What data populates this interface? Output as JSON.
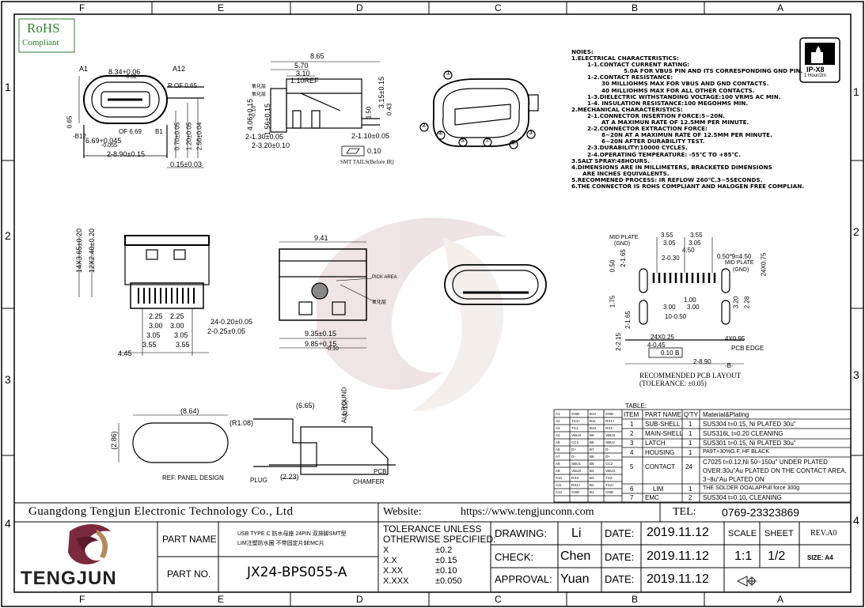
{
  "border": {
    "cols_top": [
      "F",
      "E",
      "D",
      "C",
      "B",
      "A"
    ],
    "rows": [
      "1",
      "2",
      "3",
      "4"
    ]
  },
  "rohs": {
    "line1": "RoHS",
    "line2": "Compliant"
  },
  "ip_badge": {
    "rating": "IP-X8",
    "duration": "1 Hour/2m"
  },
  "view_top_left": {
    "labels": [
      "A1",
      "A12",
      "8.34+0.06",
      "-0.02",
      "R OF 0.65",
      "0.65",
      "OF 6.69",
      "6.69+0.045",
      "-0.055",
      "-B12",
      "B1",
      "2-8.90±0.15",
      "0.15±0.03",
      "0.70±0.05",
      "1.20±0.05",
      "2.56±0.04"
    ]
  },
  "view_side": {
    "labels": [
      "8.65",
      "5.70",
      "3.10",
      "1.10REF",
      "3.15±0.15",
      "4.06+0.15",
      "-0.10",
      "1.56±0.15",
      "1.50",
      "0.43",
      "2-1.30±0.05",
      "2-1.10±0.05",
      "2-3.20±0.10",
      "0.10",
      "SMT TAILS(Before IR)"
    ],
    "legend_1": "氧化层",
    "legend_2": "氧化层"
  },
  "view_iso": {
    "balloons": [
      "①",
      "②",
      "③",
      "④",
      "⑤",
      "⑥",
      "⑦"
    ]
  },
  "notes": [
    "NOIES:",
    "1.ELECTRICAL   CHARACTERISTICS:",
    "1-1.CONTACT  CURRENT   RATING:",
    "5.0A FOR VBUS PIN AND ITS CORRESPONDING GND PIN.",
    "1-2.CONTACT   RESISTANCE:",
    "30 MILLIOHMS MAX FOR VBUS AND GND CONTACTS.",
    "40 MILLIOHMS MAX FOR ALL OTHER CONTACTS.",
    "1-3.DIELECTRIC WITHSTANDING VOLTAGE:100 VRMS AC MIN.",
    "1-4. INSULATION RESISTANCE:100 MEGOHMS MIN.",
    "2.MECHANICAL CHARACTERISTICS:",
    "2-1.CONNECTOR INSERTION FORCE:5~20N.",
    "AT A MAXIMUN RATE OF 12.5MM PER MINUTE.",
    "2-2.CONNECTOR EXTRACTION FORCE:",
    "8~20N AT A MAXIMUN RATE OF 12.5MM PER MINUTE.",
    "6~20N AFTER   DURABILITY TEST.",
    "2-3.DURABILITY:10000 CYCLES.",
    "2-4.OPERATING TEMPERATURE:  -55℃  TO  +85℃.",
    "3.SALT SPRAY:48HOURS.",
    "4.DIMENSIONS ARE IN MILLIMETERS, BRACKETED DIMENSIONS",
    "ARE INCHES EQUIVALENTS.",
    "5.RECOMMENED PROCESS: IR REFLOW 260℃.3~5SECONDS.",
    "6.THE CONNECTOR IS ROHS COMPLIANT AND HALOGEN FREE COMPLIAN."
  ],
  "view_front_left": {
    "labels": [
      "14X3.65±0.20",
      "12X2.40±0.20",
      "2.25",
      "2.25",
      "3.00",
      "3.00",
      "3.05",
      "3.05",
      "3.55",
      "3.55",
      "4.45",
      "24-0.20±0.05",
      "2-0.25±0.05"
    ]
  },
  "view_bottom_center": {
    "labels": [
      "9.41",
      "PICK AREA",
      "氧化层",
      "9.35±0.15",
      "9.85+0.15",
      "-0.10"
    ]
  },
  "pcb_layout": {
    "labels": [
      "MID PLATE",
      "(GND)",
      "3.55",
      "3.55",
      "3.05",
      "3.05",
      "4.50",
      "2-0.30",
      "0.50*9=4.50",
      "MID PLATE",
      "(GND)",
      "2-1.65",
      "0.50",
      "24X0.75",
      "1.75",
      "3.20",
      "1.00",
      "2.28",
      "3.00",
      "3.00",
      "10-0.50",
      "2-1.65",
      "2-2.15",
      "24X0.25",
      "4X0.95",
      "4-0.45",
      "0.10",
      "B",
      "PCB EDGE",
      "2-8.90",
      "-B-"
    ],
    "caption1": "RECOMMENDED PCB LAYOUT",
    "caption2": "(TOLERANCE: ±0.05)"
  },
  "panel_view": {
    "labels": [
      "(8.64)",
      "(R1.08)",
      "(2.86)",
      "REF. PANEL DESIGN",
      "(6.65)",
      "ALL ROUND",
      "(0.15)",
      "(2.23)",
      "PLUG",
      "CHAMFER",
      "PCB"
    ]
  },
  "table": {
    "title": "TABLE:",
    "headers": [
      "ITEM",
      "PART NAME",
      "Q'TY",
      "Material&Plating"
    ],
    "rows": [
      {
        "item": "1",
        "name": "SUB-SHELL",
        "qty": "1",
        "mat": "SUS304  t=0.15, Ni PLATED 30u\""
      },
      {
        "item": "2",
        "name": "MAIN-SHELL",
        "qty": "1",
        "mat": "SUS316L  t=0.20  CLEANING"
      },
      {
        "item": "3",
        "name": "LATCH",
        "qty": "1",
        "mat": "SUS301  t=0.15, Ni PLATED 30u\""
      },
      {
        "item": "4",
        "name": "HOUSING",
        "qty": "1",
        "mat": "PA9T+30%G.F, HF BLACK"
      },
      {
        "item": "5",
        "name": "CONTACT",
        "qty": "24",
        "mat": "C7025  t=0.12,Ni  50~150u\" UNDER PLATED"
      },
      {
        "item": "6",
        "name": "LIM",
        "qty": "1",
        "mat": "THE SOLDER OOALAPPull  force 300g"
      },
      {
        "item": "7",
        "name": "EMC",
        "qty": "2",
        "mat": "SUS304  t=0.10,  CLEANING"
      }
    ],
    "contact_extra": [
      "OVER.30u\"Au PLATED ON THE CONTACT AREA,",
      "3~8u\"Au PLATED ON"
    ],
    "pin_table": [
      [
        "A1",
        "GND",
        "B12",
        "GND"
      ],
      [
        "A2",
        "TX1+",
        "B11",
        "RX1+"
      ],
      [
        "A3",
        "TX1-",
        "B10",
        "RX1-"
      ],
      [
        "A4",
        "VBUS",
        "B9",
        "VBUS"
      ],
      [
        "A5",
        "CC1",
        "B8",
        "SBU2"
      ],
      [
        "A6",
        "D+",
        "B7",
        "D-"
      ],
      [
        "A7",
        "D-",
        "B6",
        "D+"
      ],
      [
        "A8",
        "SBU1",
        "B5",
        "CC2"
      ],
      [
        "A9",
        "VBUS",
        "B4",
        "VBUS"
      ],
      [
        "A10",
        "RX2-",
        "B3",
        "TX2-"
      ],
      [
        "A11",
        "RX2+",
        "B2",
        "TX2+"
      ],
      [
        "A12",
        "GND",
        "B1",
        "GND"
      ]
    ]
  },
  "title_block": {
    "company": "Guangdong Tengjun Electronic Technology Co., Ltd",
    "website_label": "Website:",
    "website": "https://www.tengjunconn.com",
    "tel_label": "TEL:",
    "tel": "0769-23323869",
    "logo_text": "TENGJUN",
    "part_name_label": "PART NAME",
    "part_name_line1": "USB TYPE C 防水母座 24PIN 双排脚SMT型",
    "part_name_line2": "LIM注塑防水圈 不带固定片$EMC片",
    "part_no_label": "PART NO.",
    "part_no": "JX24-BPS055-A",
    "tolerance_title1": "TOLERANCE UNLESS",
    "tolerance_title2": "OTHERWISE SPECIFIED:",
    "tolerances": [
      {
        "k": "X",
        "v": "±0.2"
      },
      {
        "k": "X.X",
        "v": "±0.15"
      },
      {
        "k": "X.XX",
        "v": "±0.10"
      },
      {
        "k": "X.XXX",
        "v": "±0.050"
      }
    ],
    "drawing_label": "DRAWING:",
    "drawing_by": "Li",
    "check_label": "CHECK:",
    "check_by": "Chen",
    "approval_label": "APPROVAL:",
    "approval_by": "Yuan",
    "date_label": "DATE:",
    "date1": "2019.11.12",
    "date2": "2019.11.12",
    "date3": "2019.11.12",
    "scale_label": "SCALE",
    "scale": "1:1",
    "sheet_label": "SHEET",
    "sheet": "1/2",
    "rev": "REV.A0",
    "size": "SIZE: A4"
  }
}
